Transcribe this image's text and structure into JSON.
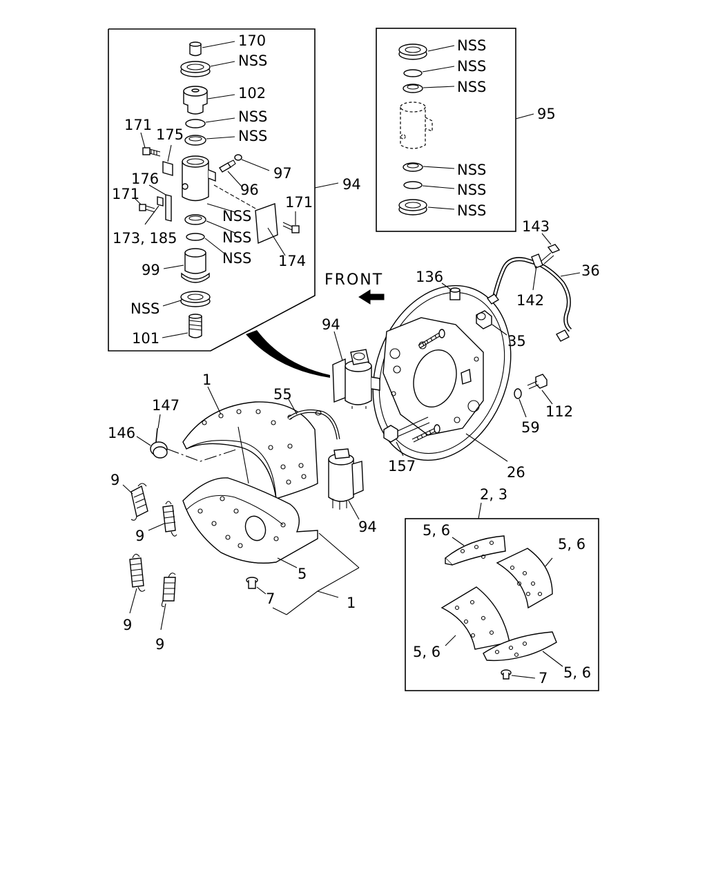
{
  "diagram": {
    "front_label": "FRONT",
    "labels": {
      "l170": "170",
      "l_nss_a1": "NSS",
      "l102": "102",
      "l_nss_a2": "NSS",
      "l_nss_a3": "NSS",
      "l171_a": "171",
      "l175": "175",
      "l97": "97",
      "l176": "176",
      "l96": "96",
      "l171_b": "171",
      "l171_c": "171",
      "l_nss_a4": "NSS",
      "l173_185": "173, 185",
      "l_nss_a5": "NSS",
      "l_nss_a6": "NSS",
      "l174": "174",
      "l99": "99",
      "l_nss_a7": "NSS",
      "l101": "101",
      "l94_box": "94",
      "l_nss_b1": "NSS",
      "l_nss_b2": "NSS",
      "l_nss_b3": "NSS",
      "l95": "95",
      "l_nss_b4": "NSS",
      "l_nss_b5": "NSS",
      "l_nss_b6": "NSS",
      "l143": "143",
      "l36": "36",
      "l136": "136",
      "l142": "142",
      "l35": "35",
      "l94_mid": "94",
      "l112": "112",
      "l59": "59",
      "l1_top": "1",
      "l55": "55",
      "l147": "147",
      "l146": "146",
      "l157": "157",
      "l26": "26",
      "l9_a": "9",
      "l94_low": "94",
      "l9_b": "9",
      "l5": "5",
      "l7": "7",
      "l1_bot": "1",
      "l9_c": "9",
      "l9_d": "9",
      "l2_3": "2, 3",
      "l56_a": "5, 6",
      "l56_b": "5, 6",
      "l56_c": "5, 6",
      "l56_d": "5, 6",
      "l7_box": "7"
    }
  }
}
